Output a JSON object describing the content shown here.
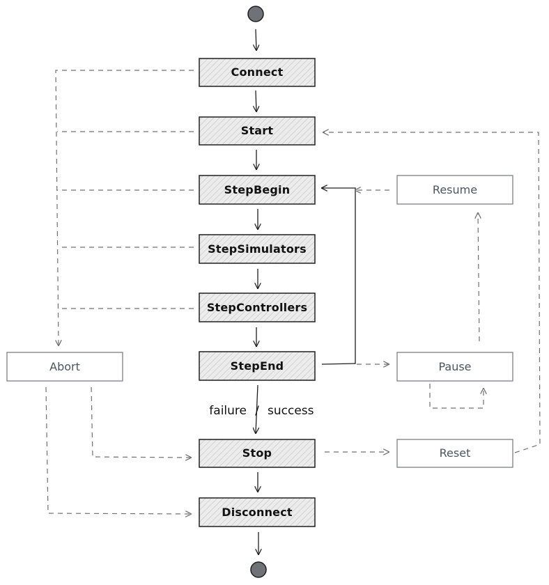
{
  "diagram": {
    "colors": {
      "stroke": "#1e1e1e",
      "main_fill": "#ececec",
      "hatch": "#cfcfcf",
      "side_stroke": "#7a7f85",
      "side_text": "#4a5560",
      "terminal": "#6f7378",
      "dashed": "#6f6f6f"
    },
    "nodes": {
      "connect": "Connect",
      "start": "Start",
      "step_begin": "StepBegin",
      "step_simulators": "StepSimulators",
      "step_controllers": "StepControllers",
      "step_end": "StepEnd",
      "stop": "Stop",
      "disconnect": "Disconnect",
      "abort": "Abort",
      "pause": "Pause",
      "resume": "Resume",
      "reset": "Reset"
    },
    "edge_labels": {
      "failure": "failure",
      "slash": "/",
      "success": "success"
    }
  }
}
